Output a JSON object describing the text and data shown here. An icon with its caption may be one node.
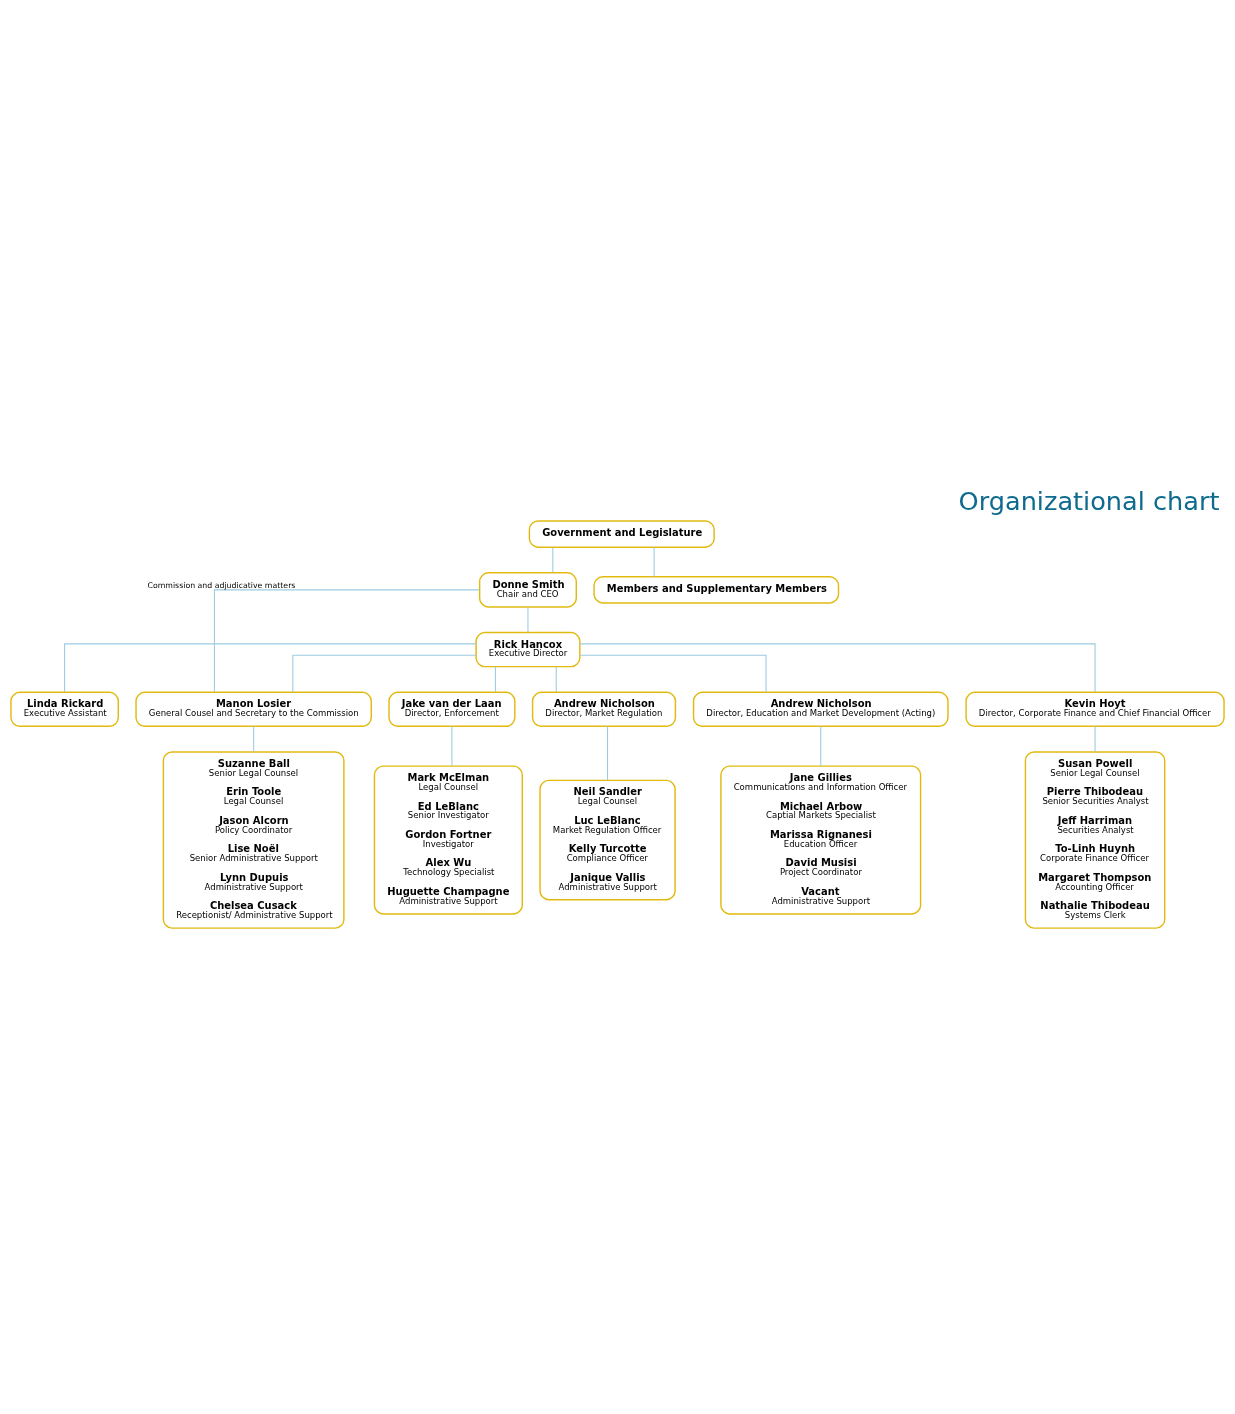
{
  "diagram": {
    "title": "Organizational chart",
    "nodes": [
      {
        "text": [
          "Government and Legislature"
        ]
      },
      {
        "text": [
          "Donne Smith",
          "Chair and CEO"
        ]
      },
      {
        "text": [
          "Members and Supplementary Members"
        ]
      },
      {
        "text": [
          "Rick Hancox",
          "Executive Director"
        ]
      },
      {
        "text": [
          "Linda Rickard",
          "Executive Assistant"
        ]
      },
      {
        "text": [
          "Manon Losier",
          "General Cousel and Secretary to the Commission"
        ]
      },
      {
        "text": [
          "Jake van der Laan",
          "Director, Enforcement"
        ]
      },
      {
        "text": [
          "Andrew Nicholson",
          "Director, Market Regulation"
        ]
      },
      {
        "text": [
          "Andrew Nicholson",
          "Director, Education and Market Development (Acting)"
        ]
      },
      {
        "text": [
          "Kevin Hoyt",
          "Director, Corporate Finance and Chief Financial Officer"
        ]
      },
      {
        "text": [
          "Suzanne Ball",
          "Senior Legal Counsel",
          "Erin Toole",
          "Legal Counsel",
          "Jason Alcorn",
          "Policy Coordinator",
          "Lise Noël",
          "Senior Administrative Support",
          "Lynn Dupuis",
          "Administrative Support",
          "Chelsea Cusack",
          "Receptionist/ Administrative Support"
        ]
      },
      {
        "text": [
          "Mark McElman",
          "Legal Counsel",
          "Ed LeBlanc",
          "Senior Investigator",
          "Gordon Fortner",
          "Investigator",
          "Alex Wu",
          "Technology Specialist",
          "Huguette Champagne",
          "Administrative Support"
        ]
      },
      {
        "text": [
          "Neil Sandler",
          "Legal Counsel",
          "Luc LeBlanc",
          "Market Regulation Officer",
          "Kelly Turcotte",
          "Compliance Officer",
          "Janique Vallis",
          "Administrative Support"
        ]
      },
      {
        "text": [
          "Jane Gillies",
          "Communications and Information Officer",
          "Michael Arbow",
          "Captial Markets Specialist",
          "Marissa Rignanesi",
          "Education Officer",
          "David Musisi",
          "Project Coordinator",
          "Vacant",
          "Administrative Support"
        ]
      },
      {
        "text": [
          "Susan Powell",
          "Senior Legal Counsel",
          "Pierre Thibodeau",
          "Senior Securities Analyst",
          "Jeff Harriman",
          "Securities Analyst",
          "To-Linh Huynh",
          "Corporate Finance Officer",
          "Margaret Thompson",
          "Accounting Officer",
          "Nathalie Thibodeau",
          "Systems Clerk"
        ]
      }
    ],
    "edges": [
      {
        "from": 0,
        "to": 1,
        "arrow": "none"
      },
      {
        "from": 0,
        "to": 2,
        "arrow": "none"
      },
      {
        "from": 1,
        "to": 3,
        "arrow": "none"
      },
      {
        "from": 3,
        "to": 4,
        "arrow": "none"
      },
      {
        "from": 3,
        "to": 5,
        "arrow": "none"
      },
      {
        "from": 3,
        "to": 6,
        "arrow": "none"
      },
      {
        "from": 3,
        "to": 7,
        "arrow": "none"
      },
      {
        "from": 3,
        "to": 8,
        "arrow": "none"
      },
      {
        "from": 3,
        "to": 9,
        "arrow": "none"
      },
      {
        "from": 1,
        "to": 5,
        "arrow": "none",
        "label": "Commission and adjudicative matters"
      },
      {
        "from": 5,
        "to": 10,
        "arrow": "none"
      },
      {
        "from": 6,
        "to": 11,
        "arrow": "none"
      },
      {
        "from": 7,
        "to": 12,
        "arrow": "none"
      },
      {
        "from": 8,
        "to": 13,
        "arrow": "none"
      },
      {
        "from": 9,
        "to": 14,
        "arrow": "none"
      }
    ]
  }
}
